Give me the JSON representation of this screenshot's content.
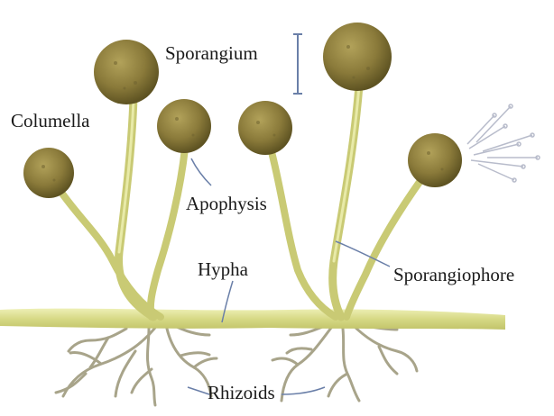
{
  "labels": {
    "sporangium": "Sporangium",
    "columella": "Columella",
    "apophysis": "Apophysis",
    "hypha": "Hypha",
    "sporangiophore": "Sporangiophore",
    "rhizoids": "Rhizoids"
  },
  "colors": {
    "sporangium_fill": "#8a7a3a",
    "sporangium_dark": "#5e5322",
    "stalk": "#cfd07a",
    "stalk_dark": "#a9aa50",
    "hypha": "#d9dc88",
    "rhizoid": "#a8a48a",
    "leader": "#6a7fa8",
    "spores": "#b8bccb"
  }
}
